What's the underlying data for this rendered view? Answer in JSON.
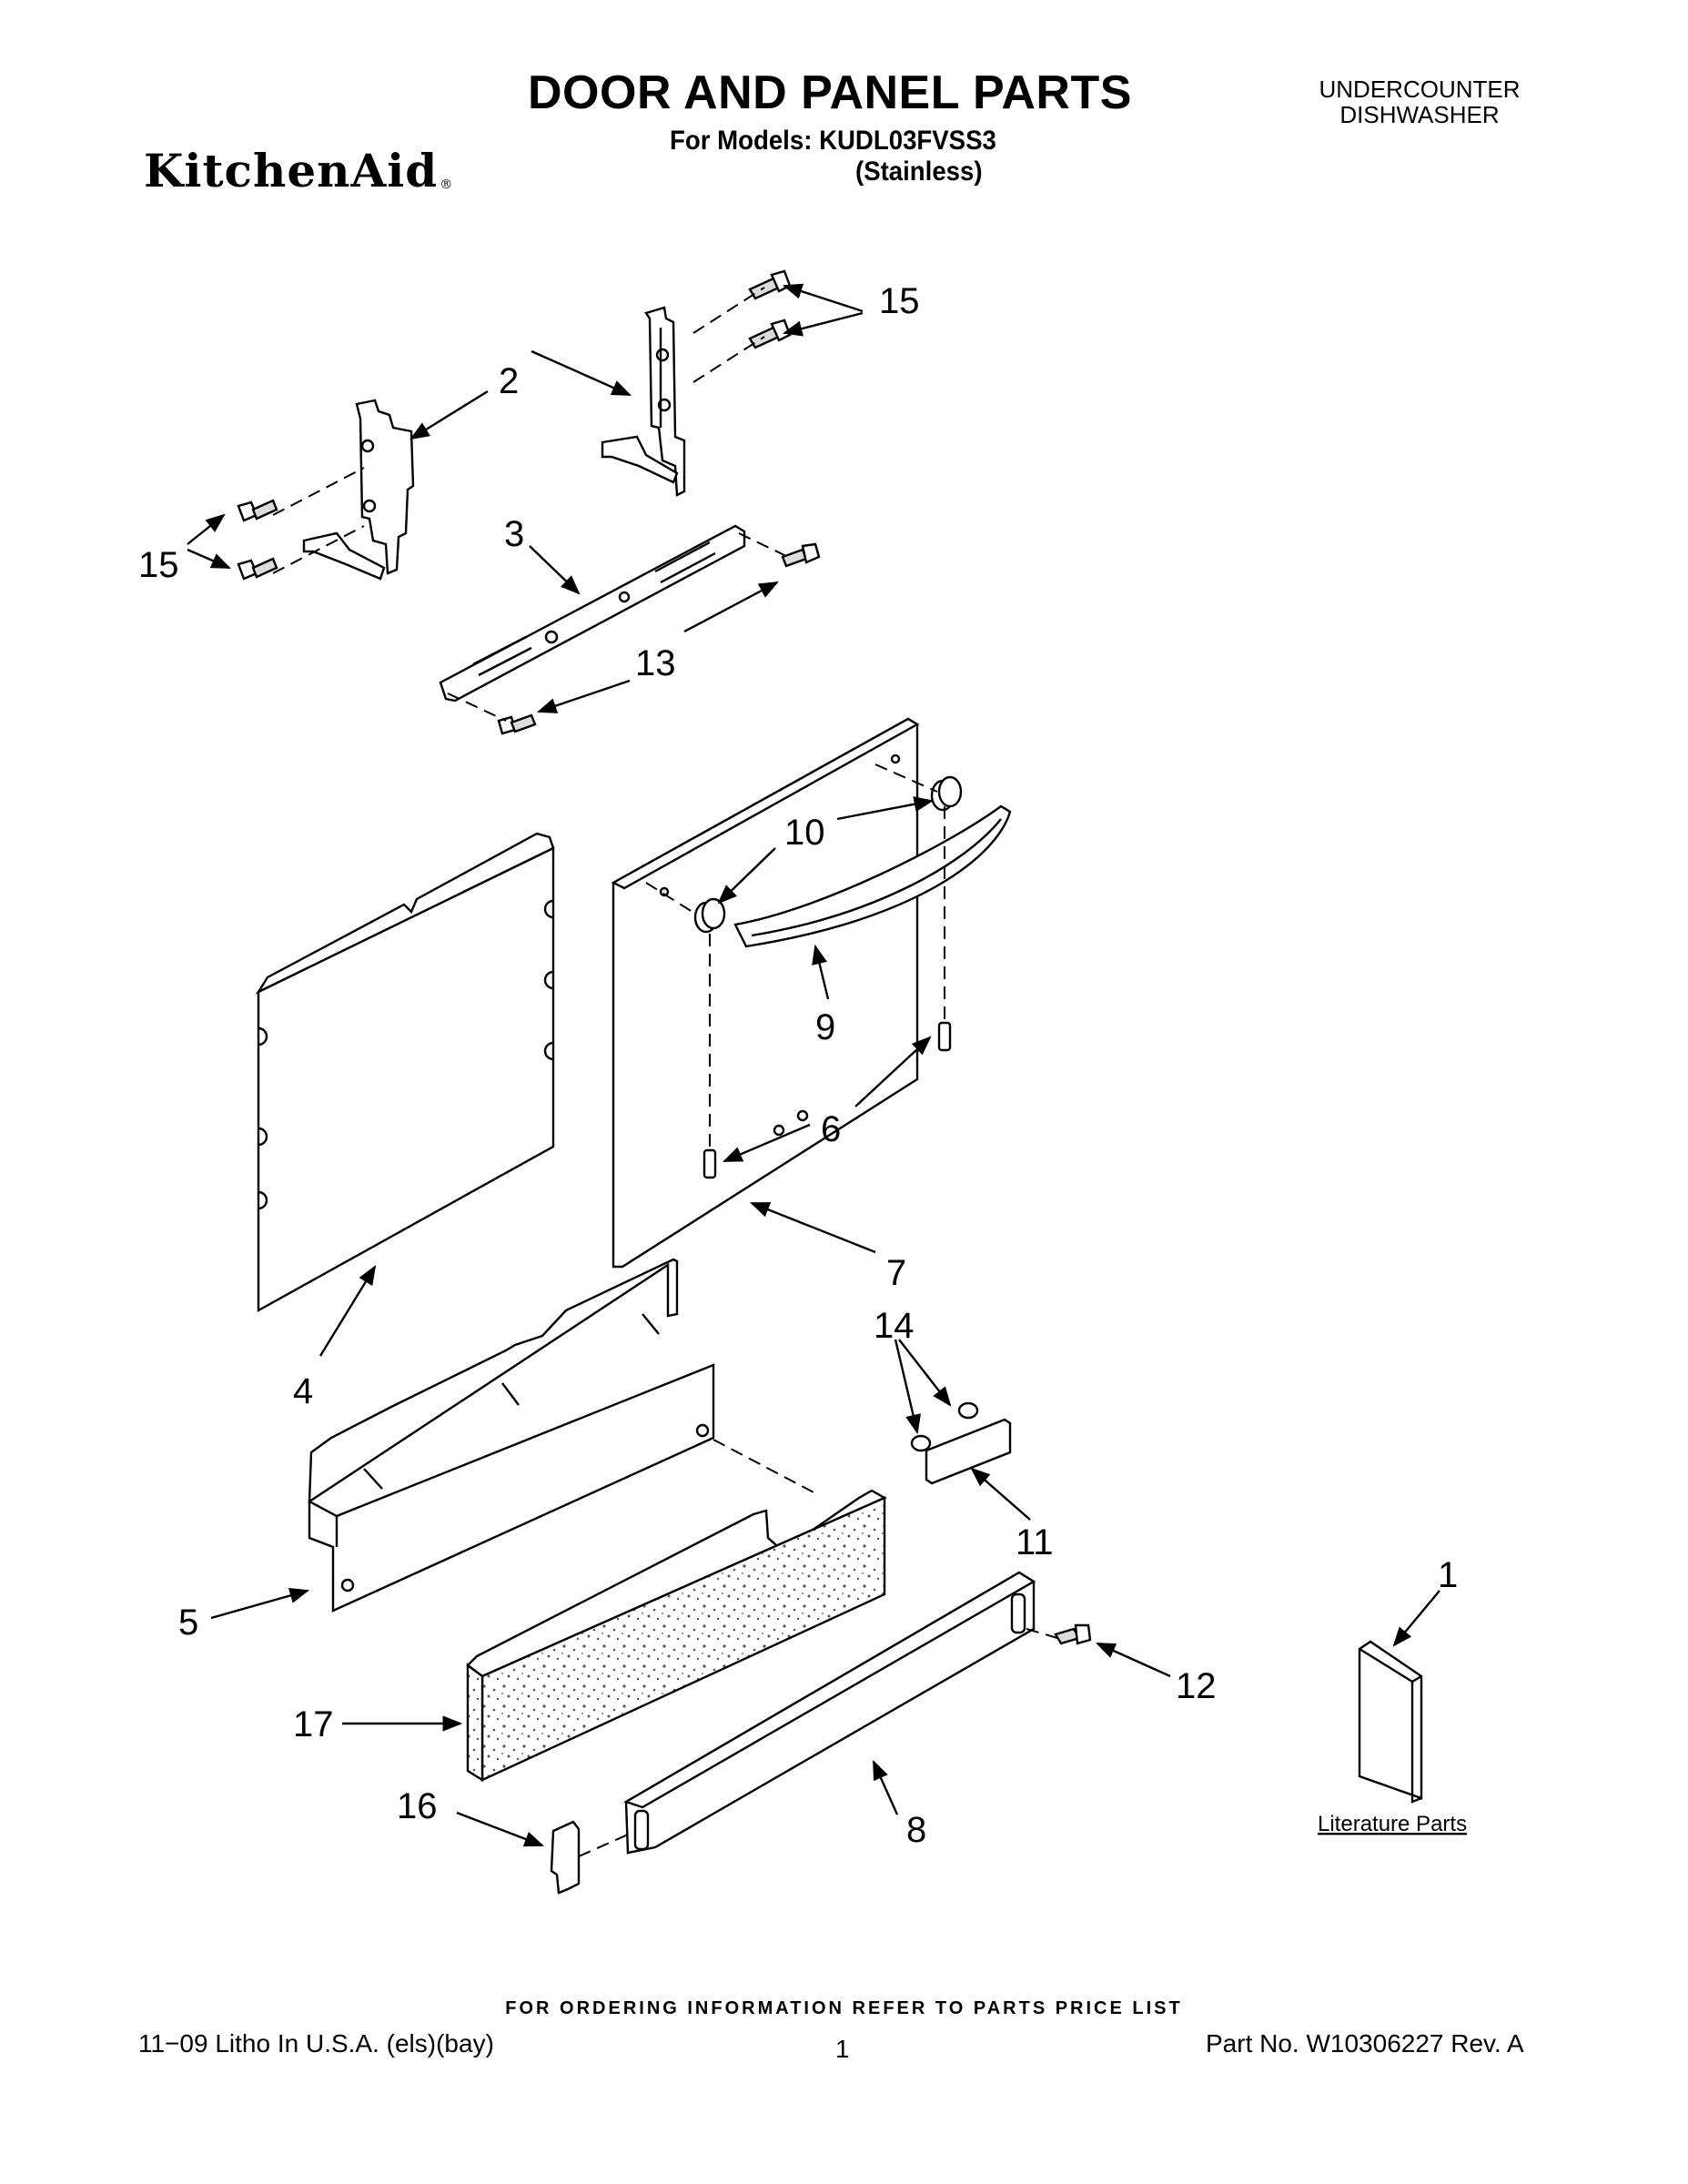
{
  "header": {
    "title": "DOOR AND PANEL PARTS",
    "models_line": "For Models: KUDL03FVSS3",
    "finish": "(Stainless)",
    "product_line1": "UNDERCOUNTER",
    "product_line2": "DISHWASHER",
    "brand": "KitchenAid",
    "brand_mark": "®"
  },
  "callouts": {
    "c1": "1",
    "c2": "2",
    "c3": "3",
    "c4": "4",
    "c5": "5",
    "c6": "6",
    "c7": "7",
    "c8": "8",
    "c9": "9",
    "c10": "10",
    "c11": "11",
    "c12": "12",
    "c13": "13",
    "c14": "14",
    "c15a": "15",
    "c15b": "15",
    "c16": "16",
    "c17": "17"
  },
  "literature_label": "Literature Parts",
  "footer": {
    "ordering": "FOR ORDERING INFORMATION REFER TO PARTS PRICE LIST",
    "left": "11−09 Litho In U.S.A. (els)(bay)",
    "page": "1",
    "right": "Part No. W10306227 Rev. A"
  }
}
